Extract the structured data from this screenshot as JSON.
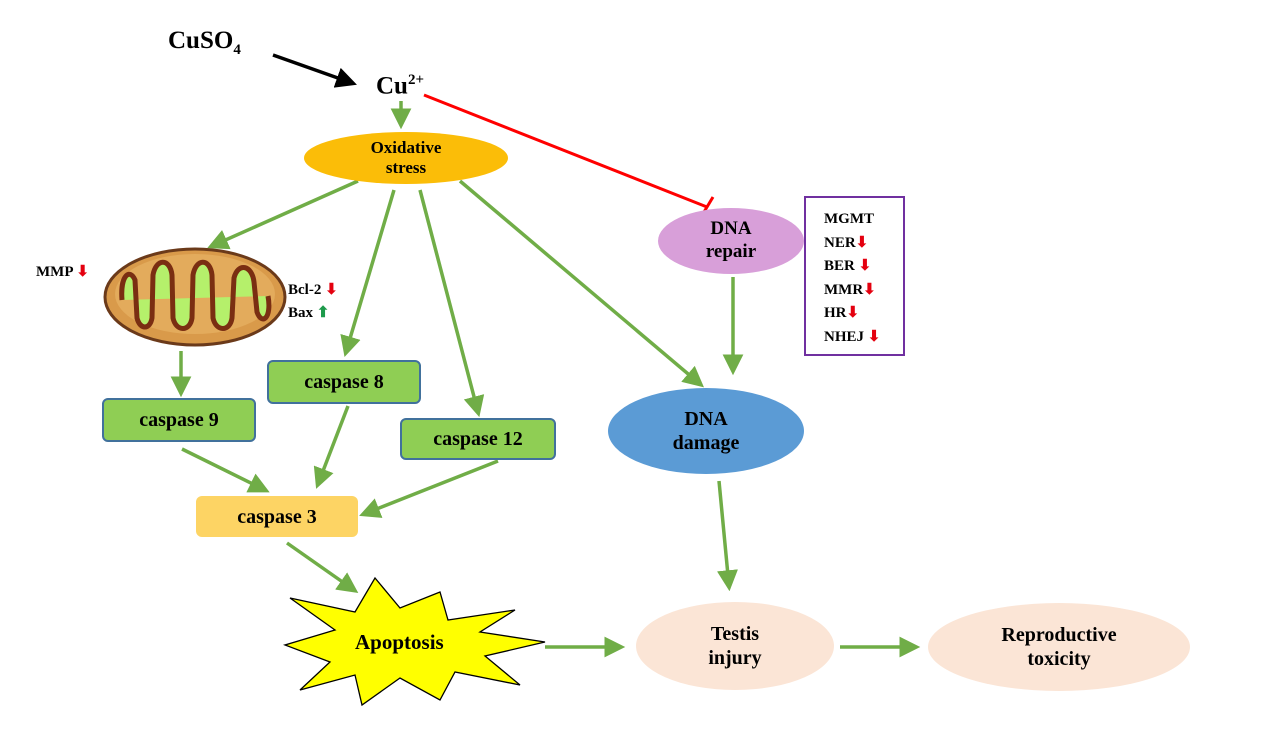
{
  "diagram": {
    "source": {
      "label": "CuSO",
      "subscript": "4"
    },
    "ion": {
      "label": "Cu",
      "superscript": "2+"
    },
    "oxidative_stress": {
      "line1": "Oxidative",
      "line2": "stress"
    },
    "mitochondria": {
      "left_label": "MMP",
      "left_trend": "down",
      "right_labels": [
        {
          "label": "Bcl-2",
          "trend": "down"
        },
        {
          "label": "Bax",
          "trend": "up"
        }
      ]
    },
    "caspases": {
      "c9": "caspase 9",
      "c8": "caspase 8",
      "c12": "caspase 12",
      "c3": "caspase 3"
    },
    "apoptosis": "Apoptosis",
    "dna_repair": {
      "line1": "DNA",
      "line2": "repair",
      "pathways": [
        {
          "label": "MGMT",
          "trend": ""
        },
        {
          "label": "NER",
          "trend": "down"
        },
        {
          "label": "BER",
          "trend": "down"
        },
        {
          "label": "MMR",
          "trend": "down"
        },
        {
          "label": "HR",
          "trend": "down"
        },
        {
          "label": "NHEJ",
          "trend": "down"
        }
      ]
    },
    "dna_damage": {
      "line1": "DNA",
      "line2": "damage"
    },
    "testis_injury": {
      "line1": "Testis",
      "line2": "injury"
    },
    "reproductive_toxicity": {
      "line1": "Reproductive",
      "line2": "toxicity"
    },
    "glyphs": {
      "down": "⬇",
      "up": "⬆"
    },
    "colors": {
      "activation_arrow": "#70ad47",
      "inhibition": "#ff0000",
      "source_arrow": "#000000",
      "oxidative_stress": "#fbbd08",
      "dna_repair": "#d89fd9",
      "dna_damage": "#5b9bd5",
      "outcome": "#fbe5d6",
      "caspase": "#8fce54",
      "caspase3": "#fdd464",
      "apoptosis": "#ffff00",
      "repair_box_border": "#7030a0"
    }
  }
}
